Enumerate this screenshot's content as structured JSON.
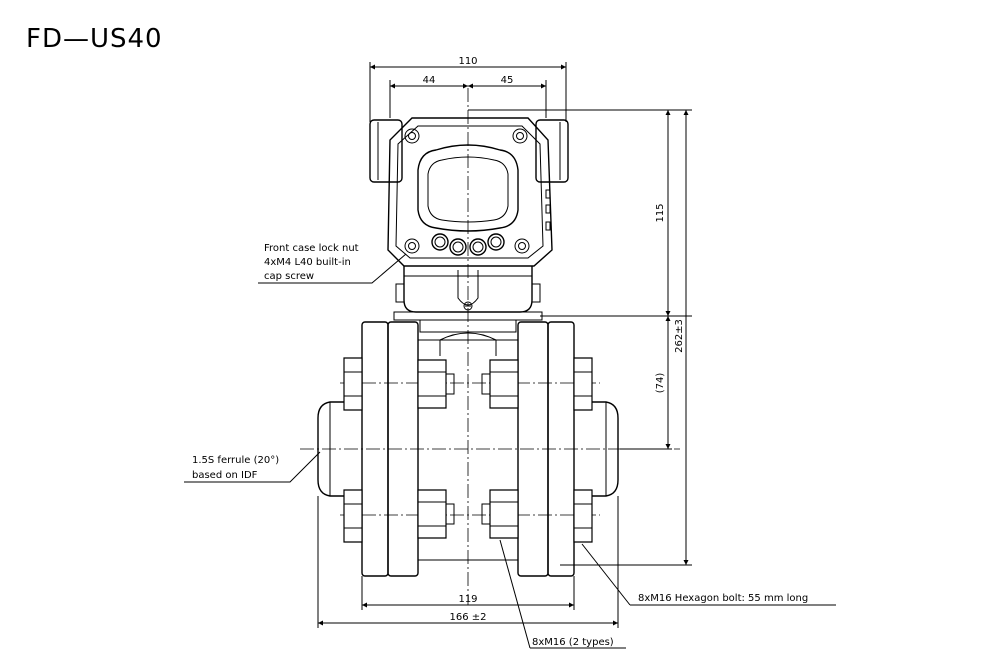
{
  "title": "FD—US40",
  "dimensions": {
    "width_total": "110",
    "left_half": "44",
    "right_half": "45",
    "height_upper": "115",
    "height_total": "262±3",
    "height_mid": "(74)",
    "flange_width": "119",
    "overall_width": "166 ±2"
  },
  "notes": {
    "lock_nut_line1": "Front case lock nut",
    "lock_nut_line2": "4xM4 L40 built-in",
    "lock_nut_line3": "cap screw",
    "ferrule_line1": "1.5S ferrule (20°)",
    "ferrule_line2": "based on IDF",
    "hex_bolt": "8xM16 Hexagon bolt: 55 mm long",
    "nut": "8xM16 (2 types)"
  }
}
